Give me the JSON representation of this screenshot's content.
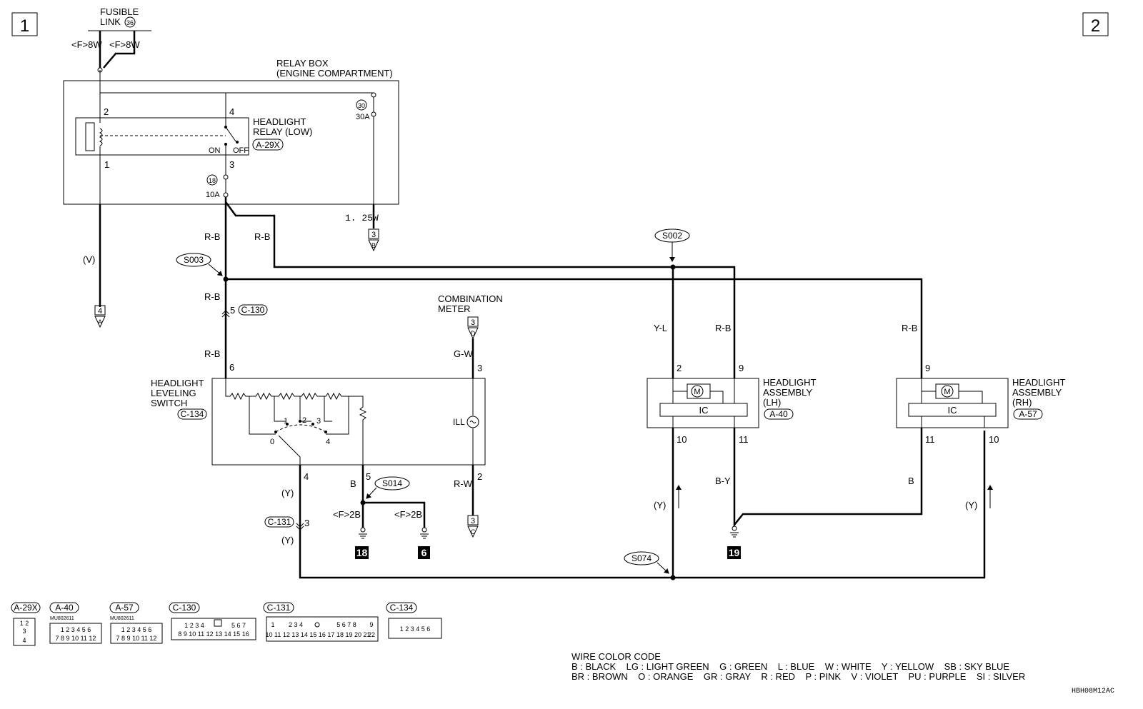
{
  "page_labels": {
    "left": "1",
    "right": "2"
  },
  "fusible_link": {
    "line1": "FUSIBLE",
    "line2": "LINK",
    "number": "36",
    "feed_left": "<F>8W",
    "feed_right": "<F>8W"
  },
  "relay_box": {
    "title_line1": "RELAY BOX",
    "title_line2": "(ENGINE COMPARTMENT)",
    "relay_name_line1": "HEADLIGHT",
    "relay_name_line2": "RELAY (LOW)",
    "relay_connector": "A-29X",
    "on_label": "ON",
    "off_label": "OFF",
    "pins": {
      "p1": "1",
      "p2": "2",
      "p3": "3",
      "p4": "4"
    },
    "fuse30": {
      "number": "30",
      "rating": "30A"
    },
    "fuse18": {
      "number": "18",
      "rating": "10A"
    },
    "wire_size": "1. 25W"
  },
  "wires": {
    "v": "(V)",
    "rb1": "R-B",
    "rb2": "R-B",
    "rb3": "R-B",
    "rb4": "R-B",
    "rb5": "R-B",
    "rb6": "R-B",
    "yl": "Y-L",
    "gw": "G-W",
    "rw": "R-W",
    "b1": "B",
    "b2": "B",
    "by": "B-Y",
    "y1": "(Y)",
    "y2": "(Y)",
    "y3": "(Y)",
    "y4": "(Y)"
  },
  "splices": {
    "s003": "S003",
    "s002": "S002",
    "s014": "S014",
    "s074": "S074"
  },
  "connectors": {
    "c130": {
      "label": "C-130",
      "pin": "5"
    },
    "c131": {
      "label": "C-131",
      "pin": "3"
    }
  },
  "offpage": {
    "to_a": {
      "num": "4",
      "letter": "A"
    },
    "to_b": {
      "num": "3",
      "letter": "B"
    },
    "to_c": {
      "num": "3",
      "letter": "C"
    },
    "to_d": {
      "num": "3",
      "letter": "D"
    }
  },
  "combination_meter": {
    "line1": "COMBINATION",
    "line2": "METER",
    "pin_in": "3",
    "pin_out": "2",
    "ill": "ILL"
  },
  "leveling_switch": {
    "line1": "HEADLIGHT",
    "line2": "LEVELING",
    "line3": "SWITCH",
    "connector": "C-134",
    "pin6": "6",
    "pin4": "4",
    "pin5": "5",
    "positions": {
      "p0": "0",
      "p1": "1",
      "p2": "2",
      "p3": "3",
      "p4": "4"
    }
  },
  "grounds": {
    "g18": "18",
    "g6": "6",
    "g19": "19",
    "feed1": "<F>2B",
    "feed2": "<F>2B"
  },
  "headlight_lh": {
    "line1": "HEADLIGHT",
    "line2": "ASSEMBLY",
    "line3": "(LH)",
    "connector": "A-40",
    "ic": "IC",
    "motor": "M",
    "pin2": "2",
    "pin9": "9",
    "pin10": "10",
    "pin11": "11"
  },
  "headlight_rh": {
    "line1": "HEADLIGHT",
    "line2": "ASSEMBLY",
    "line3": "(RH)",
    "connector": "A-57",
    "ic": "IC",
    "motor": "M",
    "pin9": "9",
    "pin11": "11",
    "pin10": "10"
  },
  "connector_legend": {
    "a29x": {
      "label": "A-29X",
      "pins_top": "1  2",
      "pin_mid": "3",
      "pin_bot": "4"
    },
    "a40": {
      "label": "A-40",
      "part": "MU802611",
      "row1": "1 2 3 4 5 6",
      "row2": "7 8 9 10 11 12"
    },
    "a57": {
      "label": "A-57",
      "part": "MU802611",
      "row1": "1 2 3 4 5 6",
      "row2": "7 8 9 10 11 12"
    },
    "c130": {
      "label": "C-130",
      "row1a": "1 2 3 4",
      "row1b": "5 6 7",
      "row2": "8 9 10 11 12 13 14 15 16"
    },
    "c131": {
      "label": "C-131",
      "row1a": "1",
      "row1b": "2 3 4",
      "row1c": "5 6 7 8",
      "row1d": "9",
      "row2": "10 11 12 13 14 15 16 17 18 19 20 21",
      "row2end": "22"
    },
    "c134": {
      "label": "C-134",
      "row": "1 2 3 4 5 6"
    }
  },
  "wire_color_code": {
    "title": "WIRE COLOR CODE",
    "line1": "B : BLACK    LG : LIGHT GREEN    G : GREEN    L : BLUE    W : WHITE    Y : YELLOW    SB : SKY BLUE",
    "line2": "BR : BROWN    O : ORANGE    GR : GRAY    R : RED    P : PINK    V : VIOLET    PU : PURPLE    SI : SILVER"
  },
  "diagram_code": "HBH08M12AC"
}
